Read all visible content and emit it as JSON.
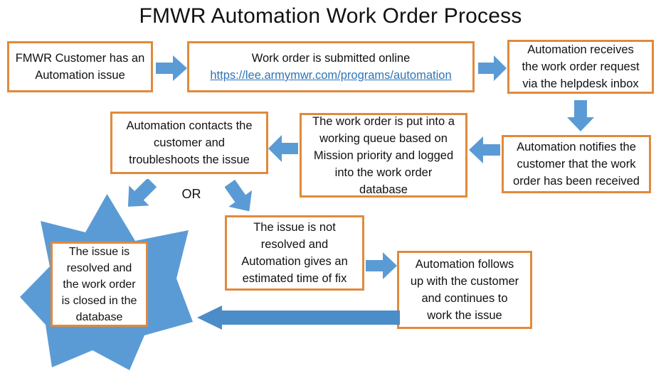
{
  "page": {
    "title": "FMWR Automation Work Order Process",
    "background_color": "#FFFFFF",
    "box_border_color": "#E08A3C",
    "arrow_color": "#5B9BD5",
    "star_color": "#5B9BD5",
    "link_color": "#2E74B5",
    "text_color": "#111111"
  },
  "nodes": {
    "customer_issue": {
      "line1": "FMWR Customer has an",
      "line2": "Automation issue"
    },
    "submit_online": {
      "line1": "Work order is submitted online",
      "link_text": "https://lee.armymwr.com/programs/automation"
    },
    "helpdesk_inbox": {
      "line1": "Automation receives",
      "line2": "the work order request",
      "line3": "via the helpdesk inbox"
    },
    "notify_customer": {
      "line1": "Automation notifies the",
      "line2": "customer that the work",
      "line3": "order has been received"
    },
    "working_queue": {
      "line1": "The work order is put into a",
      "line2": "working queue based on",
      "line3": "Mission priority and logged",
      "line4": "into the work order",
      "line5": "database"
    },
    "contacts_customer": {
      "line1": "Automation contacts the",
      "line2": "customer and",
      "line3": "troubleshoots the issue"
    },
    "or_label": {
      "text": "OR"
    },
    "issue_resolved": {
      "line1": "The issue is",
      "line2": "resolved and",
      "line3": "the work order",
      "line4": "is closed in the",
      "line5": "database"
    },
    "issue_not_resolved": {
      "line1": "The issue is not",
      "line2": "resolved and",
      "line3": "Automation gives an",
      "line4": "estimated time of fix"
    },
    "follows_up": {
      "line1": "Automation follows",
      "line2": "up with the customer",
      "line3": "and continues to",
      "line4": "work the issue"
    }
  },
  "connectors": [
    {
      "id": "arrow-customer-to-submit",
      "direction": "right"
    },
    {
      "id": "arrow-submit-to-helpdesk",
      "direction": "right"
    },
    {
      "id": "arrow-helpdesk-to-notify",
      "direction": "down"
    },
    {
      "id": "arrow-notify-to-queue",
      "direction": "left"
    },
    {
      "id": "arrow-queue-to-contacts",
      "direction": "left"
    },
    {
      "id": "arrow-contacts-to-resolved",
      "direction": "down-left"
    },
    {
      "id": "arrow-contacts-to-notresolved",
      "direction": "down-right"
    },
    {
      "id": "arrow-notresolved-to-followsup",
      "direction": "right"
    },
    {
      "id": "arrow-followsup-to-resolved",
      "direction": "left-long"
    }
  ]
}
